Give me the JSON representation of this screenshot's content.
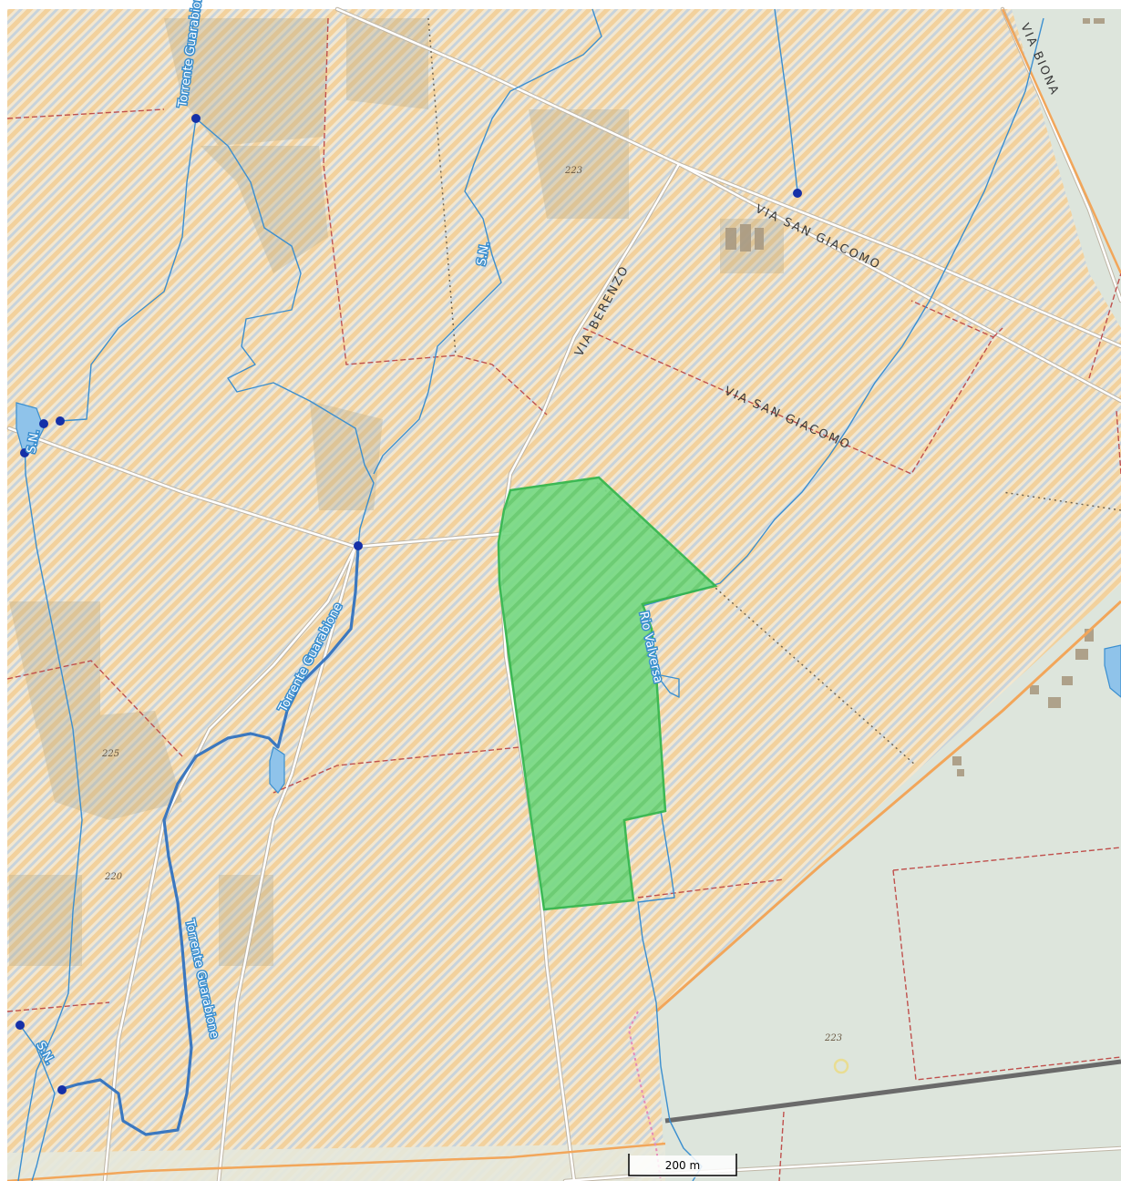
{
  "map": {
    "colors": {
      "base_land": "#f3e7cf",
      "hatch_orange": "#f1c98c",
      "hatch_blue": "#b7cbe0",
      "agri_area": "#dfe6df",
      "cultivated": "#b7ad8c",
      "water": "#3b8fd0",
      "water_fill": "#8fc3ea",
      "road": "#ffffff",
      "road_casing": "#bfb6a6",
      "boundary": "#c0504d",
      "highlight_fill": "#6ad67a",
      "highlight_stroke": "#2fb64a",
      "orange_line": "#f2a65a",
      "railway": "#6a6a6a",
      "pink_path": "#e68ab8"
    },
    "road_labels": {
      "via_san_giacomo_1": "VIA SAN GIACOMO",
      "via_san_giacomo_2": "VIA SAN GIACOMO",
      "via_berenzo": "VIA BERENZO",
      "top_right_road": "VIA BIONA"
    },
    "water_labels": {
      "torrente_guarabione_top": "Torrente Guarabione",
      "torrente_guarabione_mid": "Torrente Guarabione",
      "torrente_guarabione_low": "Torrente Guarabione",
      "sn_top": "S.N.",
      "sn_left": "S.N.",
      "sn_bottom": "S.N.",
      "rio_valversa": "Rio Valversa"
    },
    "elevations": {
      "e1": "223",
      "e2": "225",
      "e3": "220",
      "e4": "223"
    },
    "scale_bar": {
      "label": "200 m"
    }
  }
}
